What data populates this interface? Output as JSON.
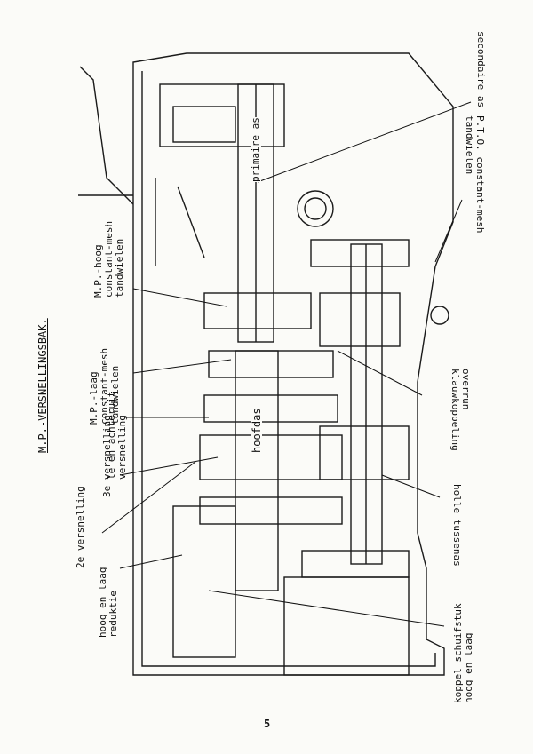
{
  "document": {
    "title": "M.P.-VERSNELLINGSBAK.",
    "page_number": "5",
    "labels": {
      "le_achteruit": [
        "le en achteruit",
        "versnelling"
      ],
      "derde": "3e versnelling",
      "tweede": "2e versnelling",
      "hoog_laag_reductie": [
        "hoog en laag",
        "reduktie"
      ],
      "koppel_schuifstuk": [
        "koppel schuifstuk",
        "hoog en laag"
      ],
      "mp_hoog": [
        "M.P.-hoog",
        "constant-mesh",
        "tandwielen"
      ],
      "mp_laag": [
        "M.P.-laag",
        "constant-mesh",
        "tandwielen"
      ],
      "primaire_as": "primaire as",
      "hoofdas": "hoofdas",
      "secondaire_as": "secondaire as",
      "pto": [
        "P.T.O. constant-mesh",
        "tandwielen"
      ],
      "overrun": [
        "overrun",
        "klauwkoppeling"
      ],
      "holle_tussenas": "holle tussenas"
    }
  }
}
